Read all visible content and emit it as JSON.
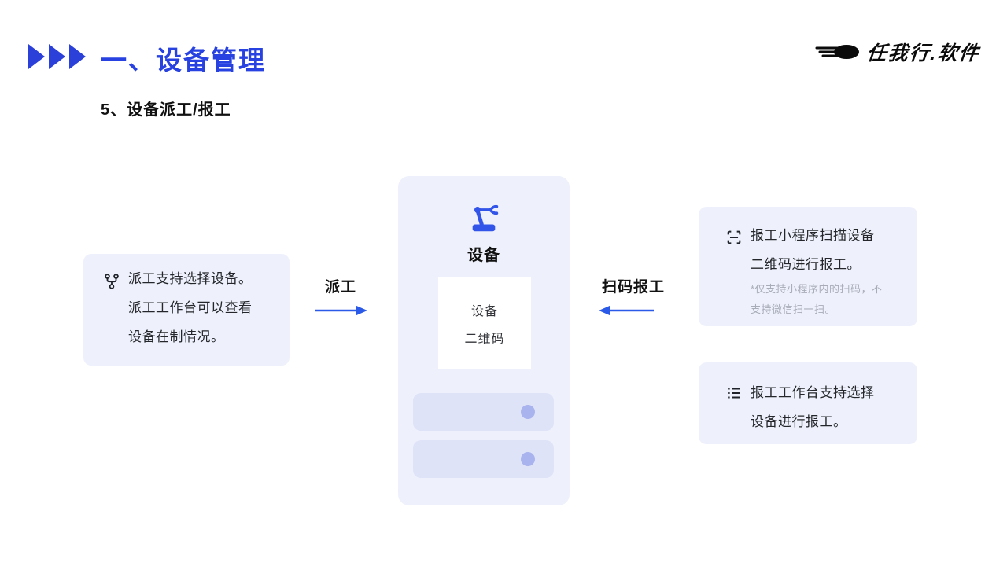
{
  "slide": {
    "title": "一、设备管理",
    "subtitle": "5、设备派工/报工"
  },
  "logo": {
    "text": "任我行.软件",
    "icon": "speed-swoosh-icon"
  },
  "left_card": {
    "icon": "branch-fork-icon",
    "lines": [
      "派工支持选择设备。",
      "派工工作台可以查看",
      "设备在制情况。"
    ]
  },
  "flow": {
    "dispatch_label": "派工",
    "scan_report_label": "扫码报工",
    "dispatch_arrow_direction": "right",
    "scan_arrow_direction": "left"
  },
  "center_card": {
    "icon": "robot-arm-icon",
    "device_label": "设备",
    "qr_lines": [
      "设备",
      "二维码"
    ],
    "placeholder_rows": 2
  },
  "right_top_card": {
    "icon": "qr-scan-frame-icon",
    "lines": [
      "报工小程序扫描设备",
      "二维码进行报工。"
    ],
    "note_lines": [
      "*仅支持小程序内的扫码，不",
      "支持微信扫一扫。"
    ]
  },
  "right_bottom_card": {
    "icon": "bullet-list-icon",
    "lines": [
      "报工工作台支持选择",
      "设备进行报工。"
    ]
  },
  "colors": {
    "accent_blue": "#2742e0",
    "arrow_blue": "#2b59e8",
    "card_bg": "#eef1fb",
    "bar_fill": "#dee3f8",
    "bar_dot": "#a9b3ee",
    "note_gray": "#a8acb8",
    "logo_black": "#0b0b0b"
  }
}
